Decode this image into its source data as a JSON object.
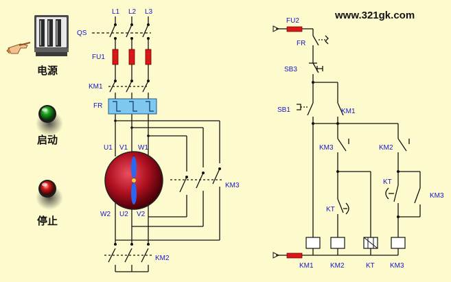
{
  "site": "www.321gk.com",
  "controls": {
    "power": "电源",
    "start": "启动",
    "stop": "停止"
  },
  "main_circuit": {
    "lines": [
      "L1",
      "L2",
      "L3"
    ],
    "qs": "QS",
    "fu1": "FU1",
    "km1": "KM1",
    "fr": "FR",
    "motor_top": [
      "U1",
      "V1",
      "W1"
    ],
    "motor_bottom": [
      "W2",
      "U2",
      "V2"
    ],
    "km3": "KM3",
    "km2": "KM2"
  },
  "control_circuit": {
    "fu2": "FU2",
    "fr": "FR",
    "sb3": "SB3",
    "sb1": "SB1",
    "km1_contact": "KM1",
    "km3_contact": "KM3",
    "km2_contact": "KM2",
    "kt_timer": "KT",
    "km3_right": "KM3",
    "kt_contact": "KT",
    "coils": [
      "KM1",
      "KM2",
      "KT",
      "KM3"
    ]
  },
  "colors": {
    "background": "#fdfbcd",
    "label": "#1414c8",
    "fuse": "#d81818",
    "start_lamp": "#1c9a1c",
    "stop_lamp": "#cc1818",
    "motor": "#b01020",
    "overload_block": "#7ec8f0"
  },
  "icons": [
    "power-switch-icon",
    "pointer-hand-icon",
    "start-lamp-icon",
    "stop-lamp-icon"
  ]
}
